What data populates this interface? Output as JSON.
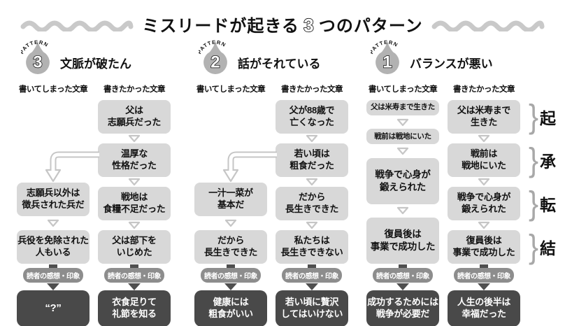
{
  "title": {
    "before": "ミスリードが起きる",
    "number": "3",
    "after": "つのパターン"
  },
  "labels": {
    "written": "書いてしまった文章",
    "intended": "書きたかった文章",
    "reader_badge": "読者の感想・印象",
    "pattern_word": "PATTERN"
  },
  "colors": {
    "light_box": "#d8d8d8",
    "dark_box": "#494949",
    "badge_pill": "#8d8d8d",
    "badge_arrow": "#4f4f4f",
    "balloon": "#b2b2b2",
    "outline_arrow": "#c6c6c6",
    "wave": "#c9c9c9",
    "brace": "#a8a8a8",
    "text": "#111111"
  },
  "patterns": [
    {
      "number": "3",
      "title": "文脈が破たん",
      "elbow_arrow": true,
      "written": {
        "offset": true,
        "boxes": [
          {
            "size": "normal",
            "lines": [
              "志願兵以外は",
              "徴兵された兵だ"
            ]
          },
          {
            "size": "normal",
            "lines": [
              "兵役を免除された",
              "人もいる"
            ]
          }
        ],
        "result": {
          "qmark": true,
          "lines": [
            "“?”"
          ]
        }
      },
      "intended": {
        "offset": false,
        "boxes": [
          {
            "size": "normal",
            "lines": [
              "父は",
              "志願兵だった"
            ]
          },
          {
            "size": "normal",
            "lines": [
              "温厚な",
              "性格だった"
            ]
          },
          {
            "size": "normal",
            "lines": [
              "戦地は",
              "食糧不足だった"
            ]
          },
          {
            "size": "normal",
            "lines": [
              "父は部下を",
              "いじめた"
            ]
          }
        ],
        "result": {
          "qmark": false,
          "lines": [
            "衣食足りて",
            "礼節を知る"
          ]
        }
      }
    },
    {
      "number": "2",
      "title": "話がそれている",
      "elbow_arrow": true,
      "written": {
        "offset": true,
        "boxes": [
          {
            "size": "normal",
            "lines": [
              "一汁一菜が",
              "基本だ"
            ]
          },
          {
            "size": "normal",
            "lines": [
              "だから",
              "長生きできた"
            ]
          }
        ],
        "result": {
          "qmark": false,
          "lines": [
            "健康には",
            "粗食がいい"
          ]
        }
      },
      "intended": {
        "offset": false,
        "boxes": [
          {
            "size": "normal",
            "lines": [
              "父が88歳で",
              "亡くなった"
            ]
          },
          {
            "size": "normal",
            "lines": [
              "若い頃は",
              "粗食だった"
            ]
          },
          {
            "size": "normal",
            "lines": [
              "だから",
              "長生きできた"
            ]
          },
          {
            "size": "normal",
            "lines": [
              "私たちは",
              "長生きできない"
            ]
          }
        ],
        "result": {
          "qmark": false,
          "lines": [
            "若い頃に贅沢",
            "してはいけない"
          ]
        }
      }
    },
    {
      "number": "1",
      "title": "バランスが悪い",
      "elbow_arrow": false,
      "written": {
        "offset": false,
        "boxes": [
          {
            "size": "small",
            "lines": [
              "父は米寿まで生きた"
            ]
          },
          {
            "size": "small",
            "lines": [
              "戦前は戦地にいた"
            ]
          },
          {
            "size": "tall",
            "lines": [
              "戦争で心身が",
              "鍛えられた"
            ]
          },
          {
            "size": "tall",
            "lines": [
              "復員後は",
              "事業で成功した"
            ]
          }
        ],
        "result": {
          "qmark": false,
          "lines": [
            "成功するためには",
            "戦争が必要だ"
          ]
        }
      },
      "intended": {
        "offset": false,
        "boxes": [
          {
            "size": "normal",
            "lines": [
              "父は米寿まで",
              "生きた"
            ]
          },
          {
            "size": "normal",
            "lines": [
              "戦前は",
              "戦地にいた"
            ]
          },
          {
            "size": "normal",
            "lines": [
              "戦争で心身が",
              "鍛えられた"
            ]
          },
          {
            "size": "normal",
            "lines": [
              "復員後は",
              "事業で成功した"
            ]
          }
        ],
        "result": {
          "qmark": false,
          "lines": [
            "人生の後半は",
            "幸福だった"
          ]
        }
      },
      "structure_labels": [
        "起",
        "承",
        "転",
        "結"
      ]
    }
  ]
}
